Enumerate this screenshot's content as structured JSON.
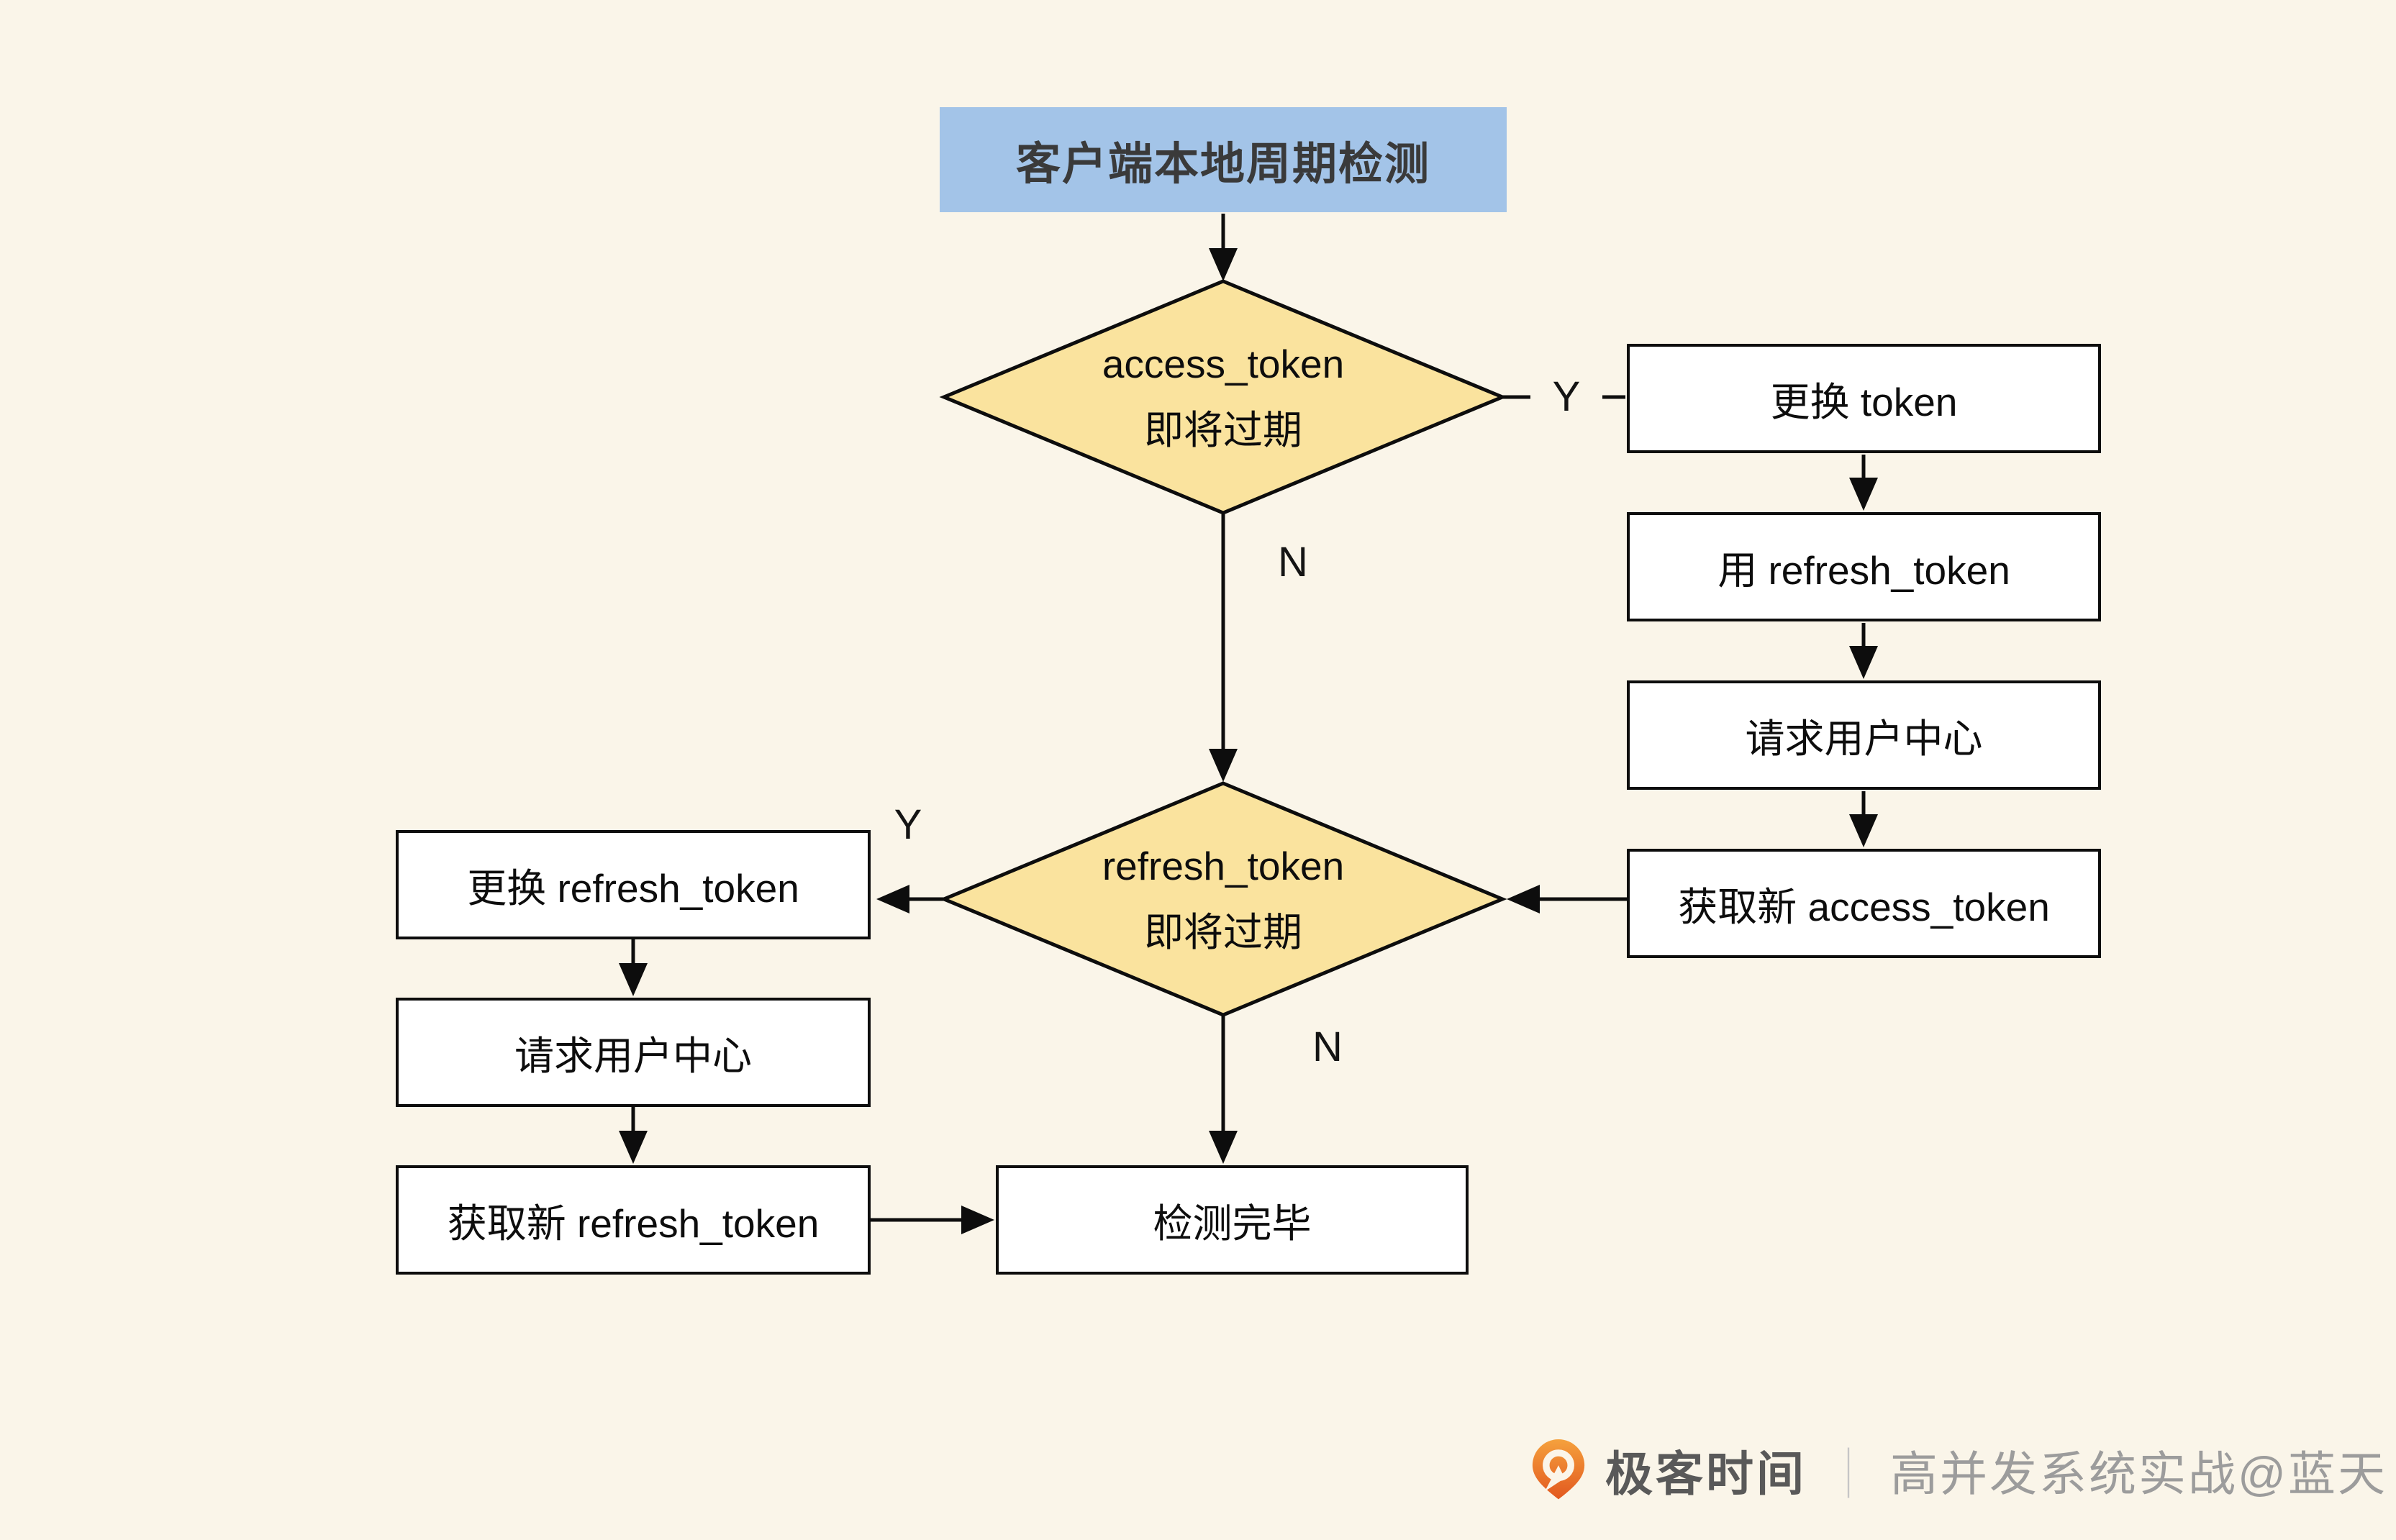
{
  "page": {
    "bg": "#FAF5E9"
  },
  "title": {
    "text": "客户端本地周期检测"
  },
  "decision1": {
    "line1": "access_token",
    "line2": "即将过期"
  },
  "decision2": {
    "line1": "refresh_token",
    "line2": "即将过期"
  },
  "right_branch": {
    "step1": "更换 token",
    "step2": "用 refresh_token",
    "step3": "请求用户中心",
    "step4": "获取新 access_token"
  },
  "left_branch": {
    "step1": "更换 refresh_token",
    "step2": "请求用户中心",
    "step3": "获取新 refresh_token"
  },
  "end_step": {
    "text": "检测完毕"
  },
  "branch_labels": {
    "d1_yes": "Y",
    "d1_no": "N",
    "d2_yes": "Y",
    "d2_no": "N"
  },
  "watermark": {
    "brand": "极客时间",
    "divider": "｜",
    "credit": "高并发系统实战@蓝天"
  },
  "colors": {
    "title_bg": "#A3C4E8",
    "diamond_fill": "#FAE39E",
    "box_bg": "#FFFFFF",
    "line": "#0D0D0D",
    "brand_text": "#595959",
    "divider_gray": "#C6C6C6",
    "credit_text": "#9C9C9C",
    "logo_orange_top": "#F5A13D",
    "logo_orange_bottom": "#E2581F"
  }
}
